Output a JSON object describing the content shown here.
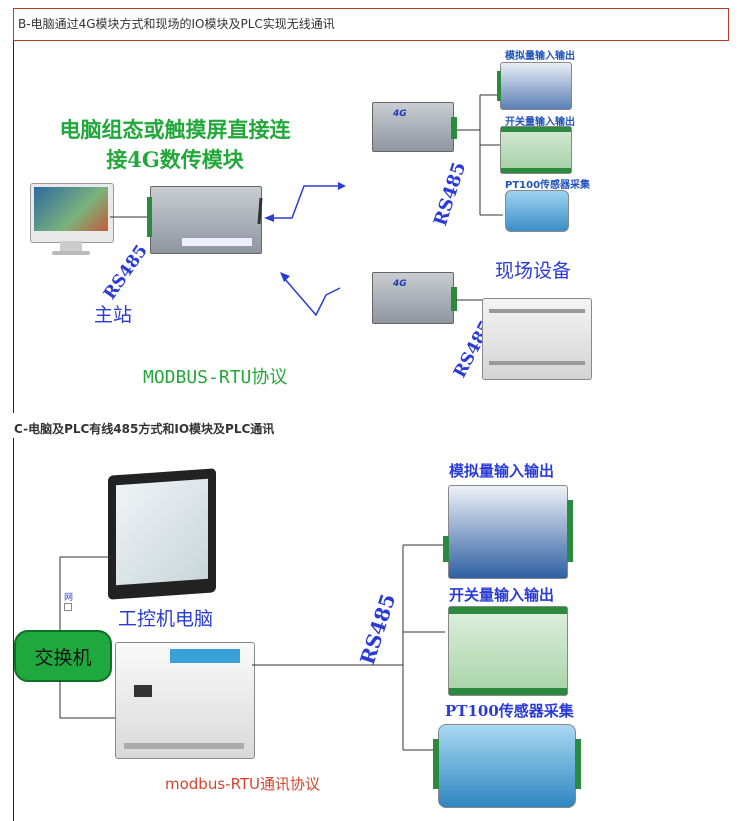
{
  "section_b": {
    "title": "B-电脑通过4G模块方式和现场的IO模块及PLC实现无线通讯",
    "headline_line1": "电脑组态或触摸屏直接连",
    "headline_line2": "接4G数传模块",
    "master_label": "主站",
    "rs485_left": "RS485",
    "rs485_right_top": "RS485",
    "rs485_right_bottom": "RS485",
    "field_label": "现场设备",
    "protocol": "MODBUS-RTU协议",
    "devices": {
      "analog": "模拟量输入输出",
      "switch_io": "开关量输入输出",
      "pt100": "PT100传感器采集"
    }
  },
  "section_c": {
    "title": "C-电脑及PLC有线485方式和IO模块及PLC通讯",
    "ipc_label": "工控机电脑",
    "switch_label": "交换机",
    "net_label": "网",
    "rs485": "RS485",
    "protocol": "modbus-RTU通讯协议",
    "devices": {
      "analog": "模拟量输入输出",
      "switch_io": "开关量输入输出",
      "pt100": "PT100传感器采集"
    }
  },
  "colors": {
    "green_title": "#22a83a",
    "blue_text": "#2a3bd6",
    "red_text": "#d6452e",
    "switch_fill": "#1fa83e",
    "border_red": "#c0392b"
  }
}
